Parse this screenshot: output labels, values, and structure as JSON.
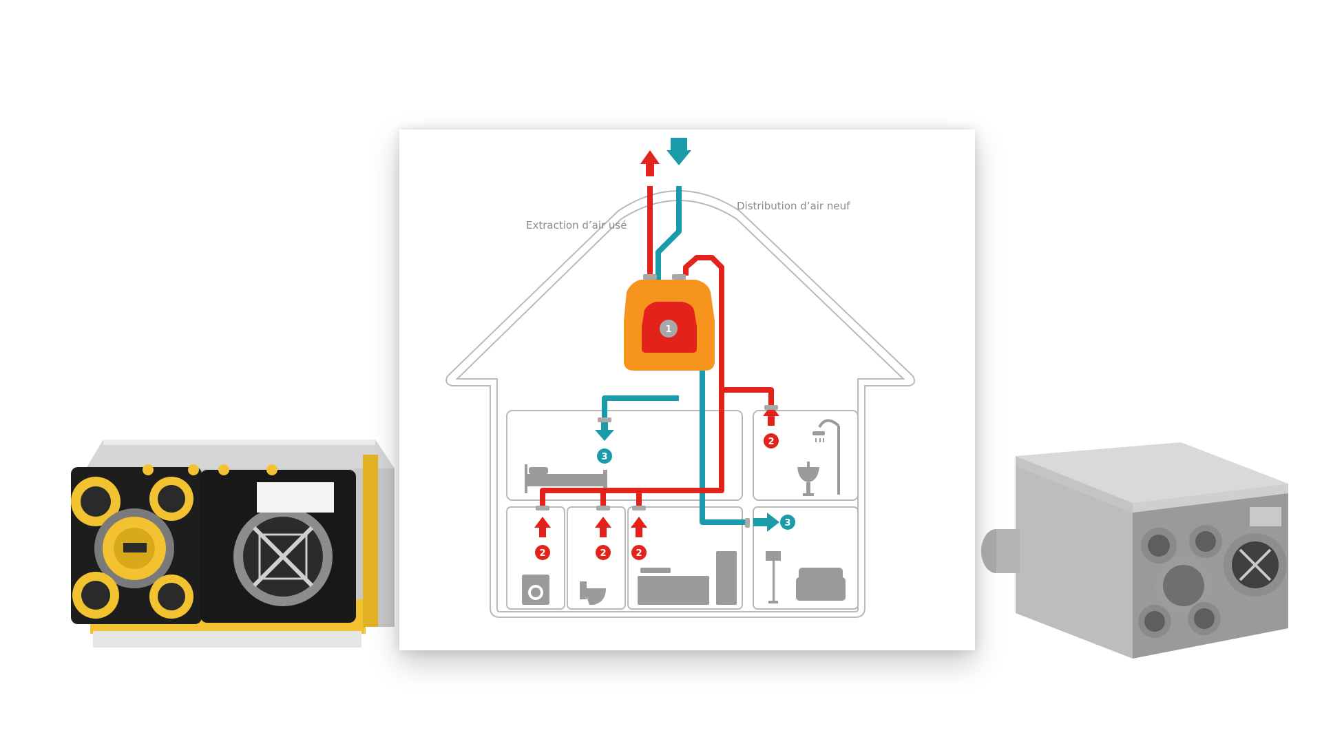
{
  "diagram": {
    "label_extraction": "Extraction d’air usé",
    "label_distribution": "Distribution d’air neuf",
    "unit_number": "1",
    "extract_number": "2",
    "supply_number": "3"
  },
  "colors": {
    "extract": "#e3231b",
    "supply": "#1b9aaa",
    "unit": "#f7941d",
    "outline": "#b9b9b9",
    "furniture": "#8f8f8f",
    "label": "#8a8a8a"
  },
  "products": {
    "left": {
      "name": "yellow-ventilation-unit",
      "accent": "#f2c230"
    },
    "right": {
      "name": "grey-ventilation-unit",
      "accent": "#9ea3a8"
    }
  }
}
